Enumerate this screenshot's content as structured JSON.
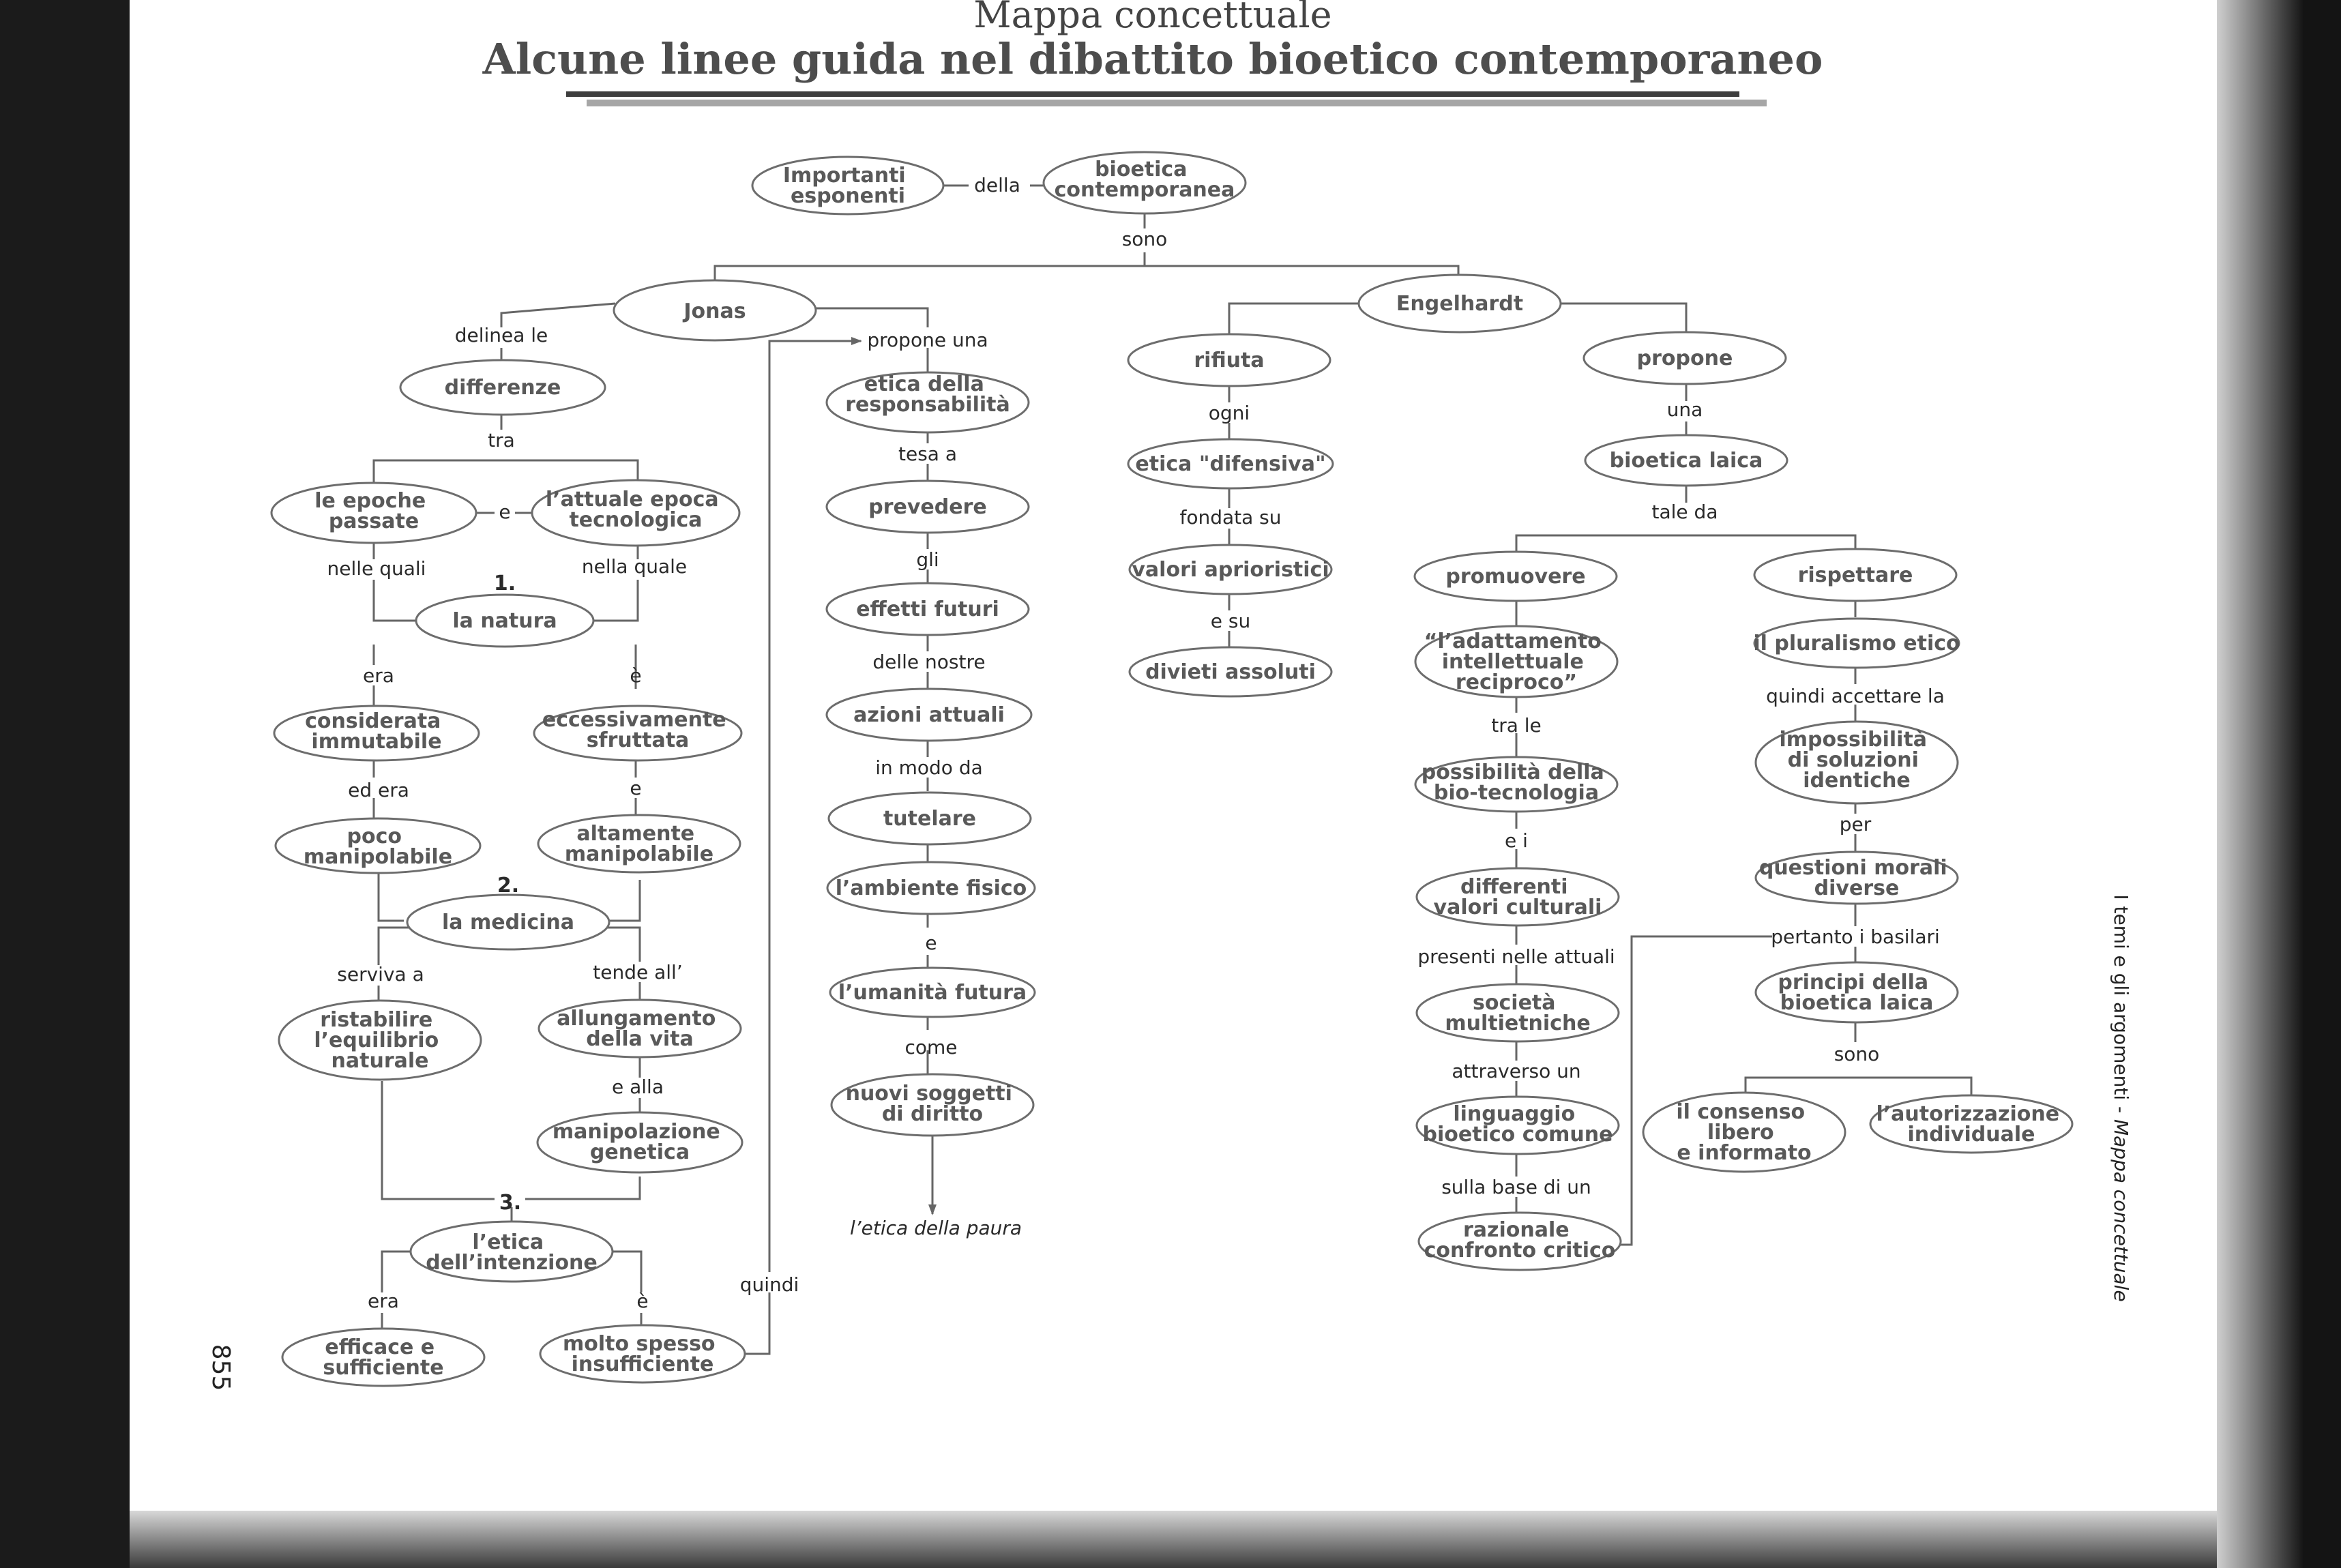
{
  "header": {
    "kicker": "Mappa concettuale",
    "title": "Alcune linee guida nel dibattito bioetico contemporaneo"
  },
  "side_label": {
    "plain": "I temi e gli argomenti - ",
    "italic": "Mappa concettuale"
  },
  "page_number": "855",
  "nodes": {
    "importanti": [
      "Importanti",
      "esponenti"
    ],
    "bioetica": [
      "bioetica",
      "contemporanea"
    ],
    "jonas": [
      "Jonas"
    ],
    "engelhardt": [
      "Engelhardt"
    ],
    "differenze": [
      "differenze"
    ],
    "epoche": [
      "le epoche",
      "passate"
    ],
    "attuale": [
      "l’attuale epoca",
      "tecnologica"
    ],
    "natura": [
      "la natura"
    ],
    "considerata": [
      "considerata",
      "immutabile"
    ],
    "sfruttata": [
      "eccessivamente",
      "sfruttata"
    ],
    "poco": [
      "poco",
      "manipolabile"
    ],
    "altamente": [
      "altamente",
      "manipolabile"
    ],
    "medicina": [
      "la medicina"
    ],
    "ristabilire": [
      "ristabilire",
      "l’equilibrio",
      "naturale"
    ],
    "allungamento": [
      "allungamento",
      "della vita"
    ],
    "manipolazione": [
      "manipolazione",
      "genetica"
    ],
    "intenzione": [
      "l’etica",
      "dell’intenzione"
    ],
    "efficace": [
      "efficace e",
      "sufficiente"
    ],
    "insufficiente": [
      "molto spesso",
      "insufficiente"
    ],
    "responsabilita": [
      "etica della",
      "responsabilità"
    ],
    "prevedere": [
      "prevedere"
    ],
    "effetti": [
      "effetti futuri"
    ],
    "azioni": [
      "azioni attuali"
    ],
    "tutelare": [
      "tutelare"
    ],
    "ambiente": [
      "l’ambiente fisico"
    ],
    "umanita": [
      "l’umanità futura"
    ],
    "soggetti": [
      "nuovi soggetti",
      "di diritto"
    ],
    "rifiuta": [
      "rifiuta"
    ],
    "difensiva": [
      "etica \"difensiva\""
    ],
    "valori": [
      "valori aprioristici"
    ],
    "divieti": [
      "divieti assoluti"
    ],
    "propone": [
      "propone"
    ],
    "laica": [
      "bioetica laica"
    ],
    "promuovere": [
      "promuovere"
    ],
    "adattamento": [
      "“l’adattamento",
      "intellettuale",
      "reciproco”"
    ],
    "possibilita": [
      "possibilità della",
      "bio-tecnologia"
    ],
    "differenti": [
      "differenti",
      "valori culturali"
    ],
    "societa": [
      "società",
      "multietniche"
    ],
    "linguaggio": [
      "linguaggio",
      "bioetico comune"
    ],
    "razionale": [
      "razionale",
      "confronto critico"
    ],
    "rispettare": [
      "rispettare"
    ],
    "pluralismo": [
      "il pluralismo etico"
    ],
    "impossibilita": [
      "impossibilità",
      "di soluzioni",
      "identiche"
    ],
    "questioni": [
      "questioni morali",
      "diverse"
    ],
    "principi": [
      "principi della",
      "bioetica laica"
    ],
    "consenso": [
      "il consenso",
      "libero",
      "e informato"
    ],
    "autorizzazione": [
      "l’autorizzazione",
      "individuale"
    ]
  },
  "links": {
    "della": "della",
    "sono": "sono",
    "delinea_le": "delinea le",
    "tra": "tra",
    "e_epoche": "e",
    "nelle_quali": "nelle quali",
    "nella_quale": "nella quale",
    "era1": "era",
    "e_accent1": "è",
    "ed_era": "ed era",
    "e_alt": "e",
    "serviva_a": "serviva a",
    "tende_all": "tende all’",
    "e_alla": "e alla",
    "era2": "era",
    "e_accent2": "è",
    "quindi": "quindi",
    "propone_una": "propone una",
    "tesa_a": "tesa a",
    "gli": "gli",
    "delle_nostre": "delle nostre",
    "in_modo_da": "in modo da",
    "e_amb": "e",
    "come": "come",
    "ogni": "ogni",
    "fondata_su": "fondata su",
    "e_su": "e su",
    "una": "una",
    "tale_da": "tale da",
    "tra_le": "tra le",
    "e_i": "e i",
    "presenti": "presenti nelle attuali",
    "attraverso_un": "attraverso un",
    "sulla_base_di_un": "sulla base di un",
    "quindi_accettare_la": "quindi accettare la",
    "per": "per",
    "pertanto": "pertanto i basilari",
    "sono2": "sono"
  },
  "numbers": {
    "n1": "1.",
    "n2": "2.",
    "n3": "3."
  },
  "final_text": "l’etica della paura"
}
